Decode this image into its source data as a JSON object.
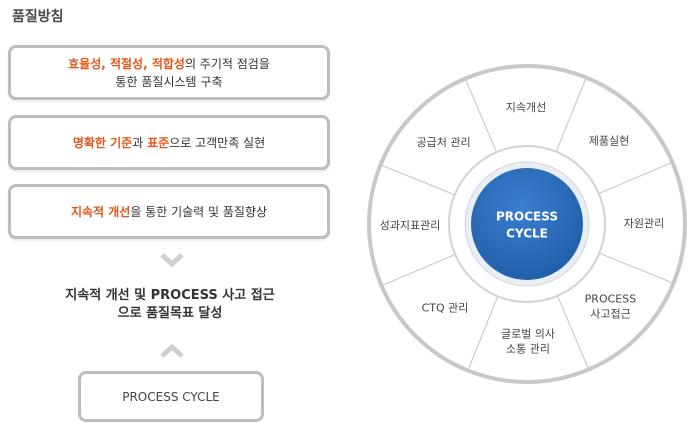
{
  "title": "품질방침",
  "policies": [
    {
      "lines": [
        [
          {
            "text": "효율성, 적절성, 적합성",
            "highlight": true
          },
          {
            "text": "의 주기적 점검을",
            "highlight": false
          }
        ],
        [
          {
            "text": "통한 품질시스템 구축",
            "highlight": false
          }
        ]
      ]
    },
    {
      "lines": [
        [
          {
            "text": "명확한 기준",
            "highlight": true
          },
          {
            "text": "과 ",
            "highlight": false
          },
          {
            "text": "표준",
            "highlight": true
          },
          {
            "text": "으로 고객만족 실현",
            "highlight": false
          }
        ]
      ]
    },
    {
      "lines": [
        [
          {
            "text": "지속적 개선",
            "highlight": true
          },
          {
            "text": "을 통한 기술력 및 품질향상",
            "highlight": false
          }
        ]
      ]
    }
  ],
  "summary": {
    "line1": "지속적 개선 및 PROCESS 사고 접근",
    "line2": "으로 품질목표 달성"
  },
  "cycle_button": "PROCESS CYCLE",
  "wheel": {
    "center_lines": [
      "PROCESS",
      "CYCLE"
    ],
    "segments": [
      {
        "lines": [
          "지속개선"
        ]
      },
      {
        "lines": [
          "제품실현"
        ]
      },
      {
        "lines": [
          "자원관리"
        ]
      },
      {
        "lines": [
          "PROCESS",
          "사고접근"
        ]
      },
      {
        "lines": [
          "글로벌 의사",
          "소통 관리"
        ]
      },
      {
        "lines": [
          "CTQ 관리"
        ]
      },
      {
        "lines": [
          "성과지표관리"
        ]
      },
      {
        "lines": [
          "공급처 관리"
        ]
      }
    ]
  },
  "colors": {
    "highlight": "#e5571b",
    "center_fill": "#1f5ca8",
    "ring_border": "#c8c8c8",
    "box_border": "#bdbdbd"
  }
}
